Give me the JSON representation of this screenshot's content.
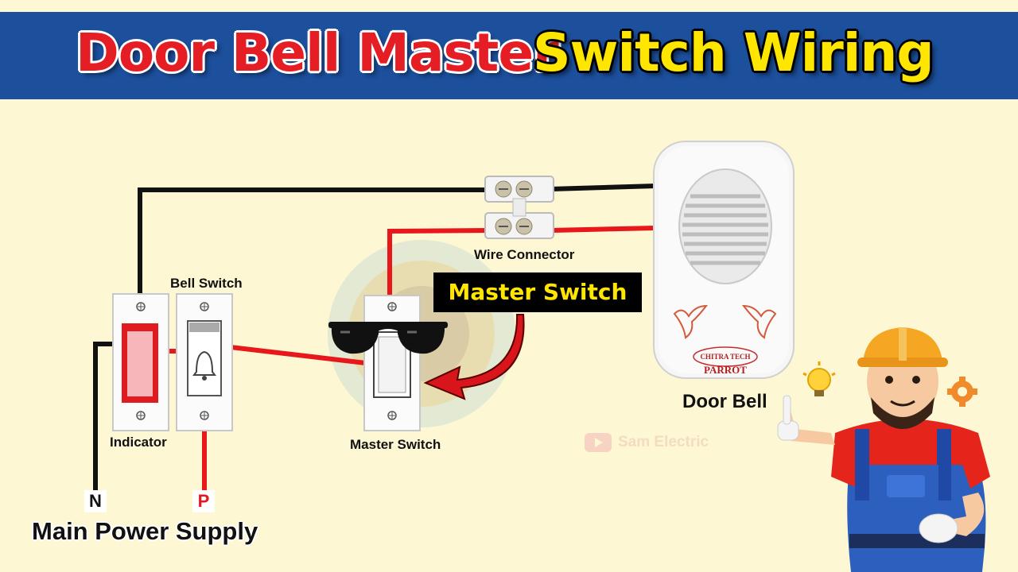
{
  "title": {
    "part1": "Door Bell Master",
    "part2": "Switch Wiring"
  },
  "labels": {
    "bell_switch": "Bell Switch",
    "wire_connector": "Wire Connector",
    "master_switch_callout": "Master Switch",
    "master_switch": "Master Switch",
    "indicator": "Indicator",
    "door_bell": "Door Bell",
    "neutral": "N",
    "phase": "P",
    "main_power_supply": "Main Power Supply"
  },
  "doorbell_brand": {
    "maker": "CHITRA TECH",
    "model": "PARROT"
  },
  "watermark": "Sam Electric",
  "colors": {
    "banner": "#1c4f9c",
    "title_red": "#e51d25",
    "title_yellow": "#ffe600",
    "wire_red": "#e8171c",
    "wire_black": "#111111",
    "background": "#fdf7d3"
  }
}
